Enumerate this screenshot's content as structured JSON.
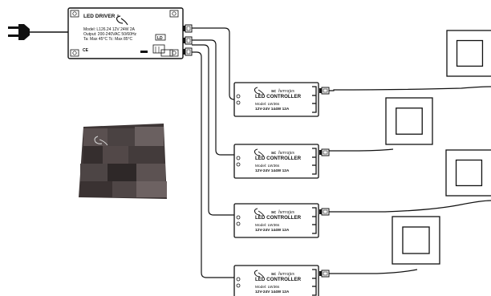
{
  "driver": {
    "title": "LED DRIVER",
    "model_line": "Model:  L126.24     12V   24W  2A",
    "output_line": "Output:  200-240VAC      50/60Hz",
    "ta_line": "Ta:           Max 45°C    Tc: Max 85°C",
    "ld_badge": "LD",
    "ce_mark": "CE"
  },
  "controller": {
    "brand": "sc",
    "brand_script": "herrajes",
    "title": "LED CONTROLLER",
    "model_line": "Model:   LW36s",
    "spec_line": "12V-24V   144W   12A"
  },
  "controller_count": 4,
  "panel_count": 4,
  "colors": {
    "line": "#111111",
    "case": "#ffffff",
    "panel_fill": "#ffffff",
    "photo_dark": "#3a3333"
  },
  "icons": [
    "plug-icon",
    "brand-logo",
    "connector-icon",
    "led-panel-icon"
  ]
}
